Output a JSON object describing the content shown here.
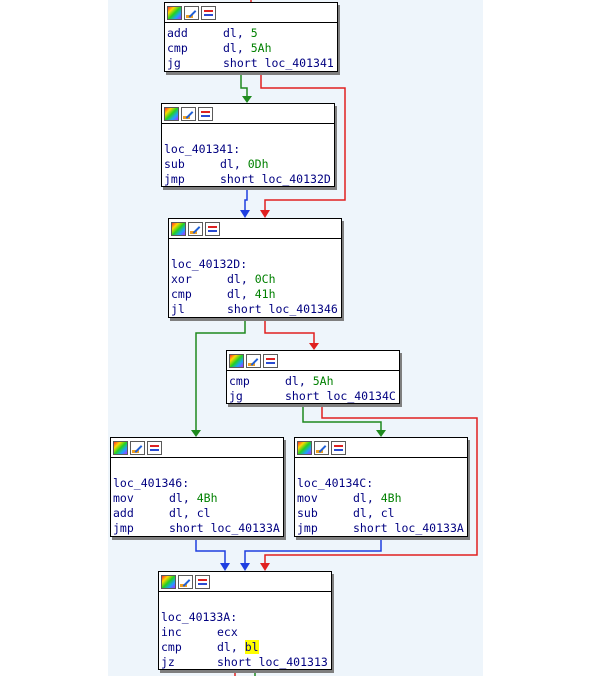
{
  "nodes": [
    {
      "lines": [
        {
          "mnemonic": "add",
          "op1": "dl,",
          "op2": "5",
          "op2_type": "num"
        },
        {
          "mnemonic": "cmp",
          "op1": "dl,",
          "op2": "5Ah",
          "op2_type": "num"
        },
        {
          "mnemonic": "jg",
          "op1": "short",
          "op2": "loc_401341",
          "op2_type": "reg"
        }
      ]
    },
    {
      "label": "loc_401341:",
      "lines": [
        {
          "mnemonic": "sub",
          "op1": "dl,",
          "op2": "0Dh",
          "op2_type": "num"
        },
        {
          "mnemonic": "jmp",
          "op1": "short",
          "op2": "loc_40132D",
          "op2_type": "reg"
        }
      ]
    },
    {
      "label": "loc_40132D:",
      "lines": [
        {
          "mnemonic": "xor",
          "op1": "dl,",
          "op2": "0Ch",
          "op2_type": "num"
        },
        {
          "mnemonic": "cmp",
          "op1": "dl,",
          "op2": "41h",
          "op2_type": "num"
        },
        {
          "mnemonic": "jl",
          "op1": "short",
          "op2": "loc_401346",
          "op2_type": "reg"
        }
      ]
    },
    {
      "lines": [
        {
          "mnemonic": "cmp",
          "op1": "dl,",
          "op2": "5Ah",
          "op2_type": "num"
        },
        {
          "mnemonic": "jg",
          "op1": "short",
          "op2": "loc_40134C",
          "op2_type": "reg"
        }
      ]
    },
    {
      "label": "loc_401346:",
      "lines": [
        {
          "mnemonic": "mov",
          "op1": "dl,",
          "op2": "4Bh",
          "op2_type": "num"
        },
        {
          "mnemonic": "add",
          "op1": "dl,",
          "op2": "cl",
          "op2_type": "reg"
        },
        {
          "mnemonic": "jmp",
          "op1": "short",
          "op2": "loc_40133A",
          "op2_type": "reg"
        }
      ]
    },
    {
      "label": "loc_40134C:",
      "lines": [
        {
          "mnemonic": "mov",
          "op1": "dl,",
          "op2": "4Bh",
          "op2_type": "num"
        },
        {
          "mnemonic": "sub",
          "op1": "dl,",
          "op2": "cl",
          "op2_type": "reg"
        },
        {
          "mnemonic": "jmp",
          "op1": "short",
          "op2": "loc_40133A",
          "op2_type": "reg"
        }
      ]
    },
    {
      "label": "loc_40133A:",
      "lines": [
        {
          "mnemonic": "inc",
          "op1": "ecx",
          "op2": "",
          "op2_type": "reg"
        },
        {
          "mnemonic": "cmp",
          "op1": "dl,",
          "op2": "bl",
          "op2_type": "reg",
          "highlight": true
        },
        {
          "mnemonic": "jz",
          "op1": "short",
          "op2": "loc_401313",
          "op2_type": "reg"
        }
      ]
    }
  ],
  "colors": {
    "edge_true": "#1e8a1e",
    "edge_false": "#e02020",
    "edge_uncond": "#1f3fe0",
    "highlight": "#ffff00"
  },
  "icons": [
    "node-color-icon",
    "rename-node-icon",
    "graph-view-icon"
  ]
}
